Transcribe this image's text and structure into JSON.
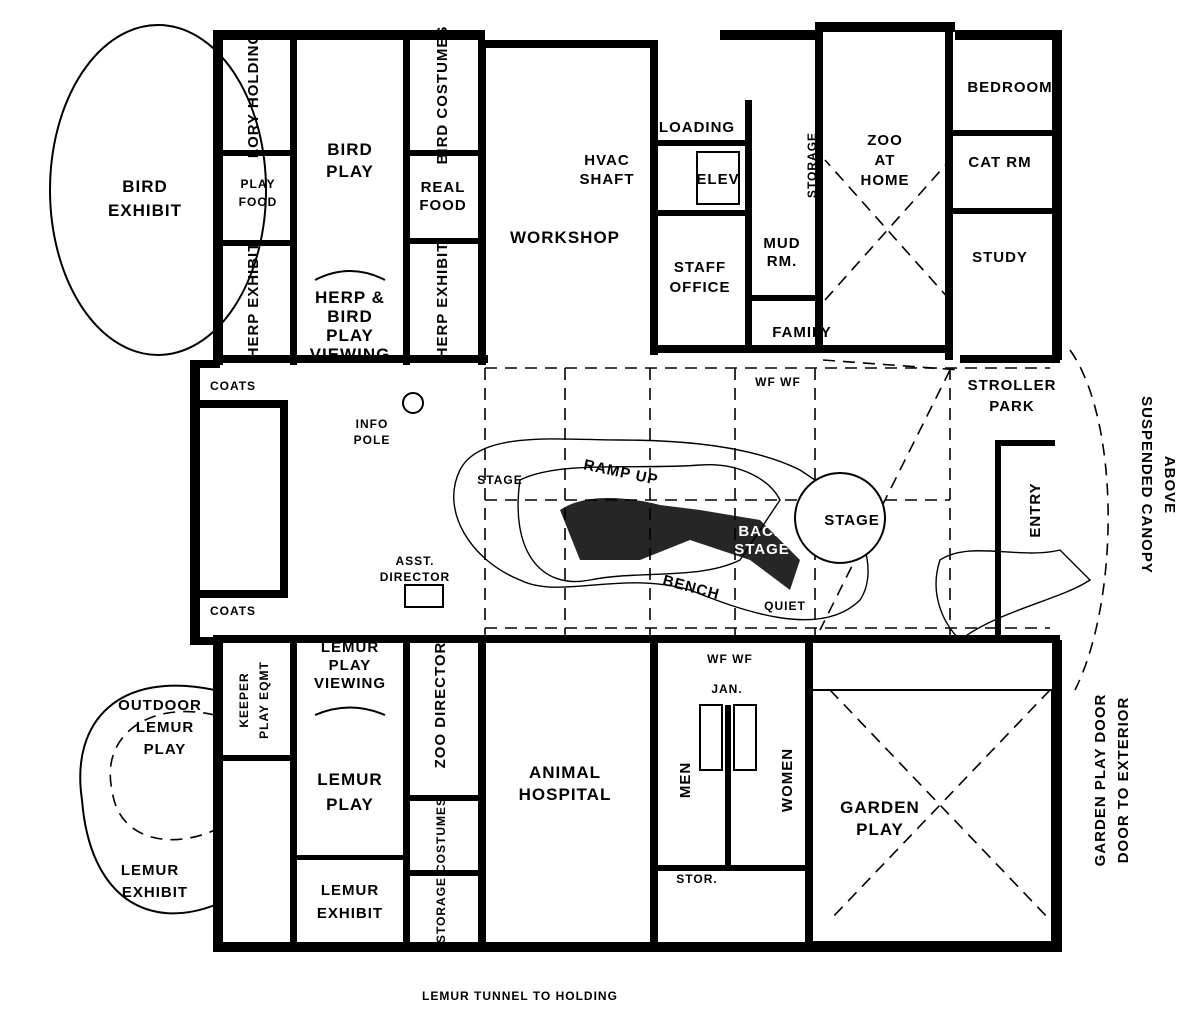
{
  "plan": {
    "rooms": {
      "bird_exhibit": [
        "BIRD",
        "EXHIBIT"
      ],
      "lory_holding": "LORY HOLDING",
      "bird_play": [
        "BIRD",
        "PLAY"
      ],
      "bird_costumes": "BIRD COSTUMES",
      "play_food": [
        "PLAY",
        "FOOD"
      ],
      "real_food": [
        "REAL",
        "FOOD"
      ],
      "herp_exhibit_left": "HERP EXHIBIT",
      "herp_exhibit_right": "HERP EXHIBIT",
      "herp_bird_viewing": [
        "HERP &",
        "BIRD",
        "PLAY",
        "VIEWING"
      ],
      "coats_top": "COATS",
      "coats_bottom": "COATS",
      "info_pole": [
        "INFO",
        "POLE"
      ],
      "asst_director": [
        "ASST.",
        "DIRECTOR"
      ],
      "stage_left": "STAGE",
      "ramp_up": "RAMP UP",
      "back_stage": [
        "BACK",
        "STAGE"
      ],
      "stage_right": "STAGE",
      "bench": "BENCH",
      "quiet": "QUIET",
      "workshop": "WORKSHOP",
      "loading": "LOADING",
      "hvac_shaft": [
        "HVAC",
        "SHAFT"
      ],
      "elev": "ELEV",
      "storage_top": "STORAGE",
      "staff_office": [
        "STAFF",
        "OFFICE"
      ],
      "mud_rm": [
        "MUD",
        "RM."
      ],
      "family": "FAMILY",
      "zoo_at_home": [
        "ZOO",
        "AT",
        "HOME"
      ],
      "bedroom": "BEDROOM",
      "cat_rm": "CAT RM",
      "study": "STUDY",
      "wf_top": "WF WF",
      "stroller_park": [
        "STROLLER",
        "PARK"
      ],
      "entry": "ENTRY",
      "suspended_canopy": [
        "SUSPENDED CANOPY",
        "ABOVE"
      ],
      "lemur_play_viewing": [
        "LEMUR",
        "PLAY",
        "VIEWING"
      ],
      "keeper_play_eqmt": [
        "KEEPER",
        "PLAY EQMT"
      ],
      "zoo_director": "ZOO DIRECTOR",
      "outdoor_lemur_play": [
        "OUTDOOR",
        "LEMUR",
        "PLAY"
      ],
      "lemur_play": [
        "LEMUR",
        "PLAY"
      ],
      "lemur_exhibit_outdoor": [
        "LEMUR",
        "EXHIBIT"
      ],
      "costumes": "COSTUMES",
      "storage_bottom": "STORAGE",
      "lemur_exhibit": [
        "LEMUR",
        "EXHIBIT"
      ],
      "animal_hospital": [
        "ANIMAL",
        "HOSPITAL"
      ],
      "wf_bottom": "WF WF",
      "jan": "JAN.",
      "men": "MEN",
      "women": "WOMEN",
      "stor": "STOR.",
      "garden_play": [
        "GARDEN",
        "PLAY"
      ],
      "garden_play_door": [
        "GARDEN PLAY DOOR",
        "DOOR TO EXTERIOR"
      ],
      "lemur_tunnel": "LEMUR TUNNEL TO HOLDING"
    }
  }
}
